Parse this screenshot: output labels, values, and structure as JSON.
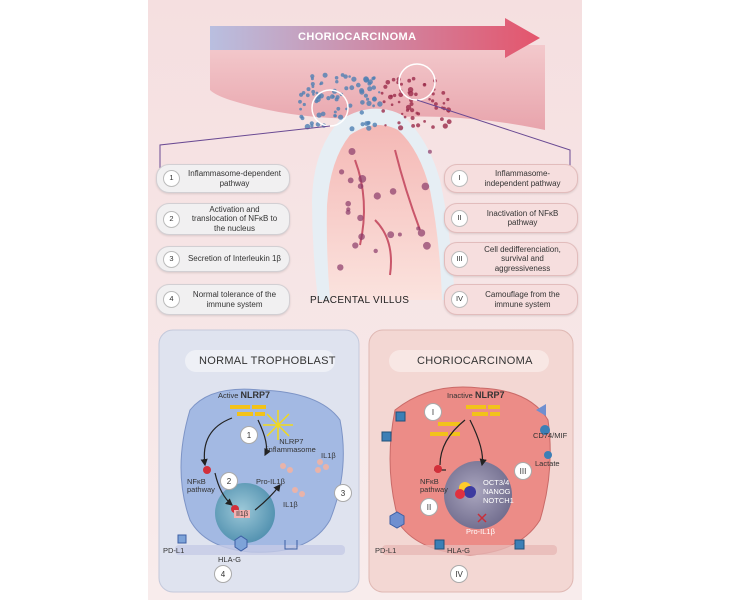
{
  "banner": {
    "title": "CHORIOCARCINOMA"
  },
  "villus_label": "PLACENTAL VILLUS",
  "left_steps": [
    {
      "num": "1",
      "text": "Inflammasome-dependent pathway"
    },
    {
      "num": "2",
      "text": "Activation and translocation of NFκB to the nucleus"
    },
    {
      "num": "3",
      "text": "Secretion of Interleukin 1β"
    },
    {
      "num": "4",
      "text": "Normal tolerance of the immune system"
    }
  ],
  "right_steps": [
    {
      "num": "I",
      "text": "Inflammasome-independent pathway"
    },
    {
      "num": "II",
      "text": "Inactivation of NFκB pathway"
    },
    {
      "num": "III",
      "text": "Cell dedifferenciation, survival and aggressiveness"
    },
    {
      "num": "IV",
      "text": "Camouflage from the immune system"
    }
  ],
  "normal": {
    "title": "NORMAL TROPHOBLAST",
    "active_prefix": "Active",
    "nlrp7": "NLRP7",
    "inflammasome_title": "NLRP7",
    "inflammasome_sub": "inflammasome",
    "nfkb": "NFκB",
    "pathway": "pathway",
    "pro_il1b": "Pro-IL1β",
    "il1b_cell": "IL1β",
    "il1b_out": "IL1β",
    "il1b_gene": "Il1β",
    "pdl1": "PD-L1",
    "hlag": "HLA-G",
    "n1": "1",
    "n2": "2",
    "n3": "3",
    "n4": "4"
  },
  "chorio": {
    "title": "CHORIOCARCINOMA",
    "inactive_prefix": "Inactive",
    "nlrp7": "NLRP7",
    "nfkb": "NFκB",
    "pathway": "pathway",
    "genes": [
      "OCT3/4",
      "NANOG",
      "NOTCH1"
    ],
    "pro_il1b": "Pro-IL1β",
    "cd74": "CD74/MIF",
    "lactate": "Lactate",
    "pdl1": "PD-L1",
    "hlag": "HLA-G",
    "n1": "I",
    "n2": "II",
    "n3": "III",
    "n4": "IV"
  },
  "colors": {
    "normal_panel": "#dfe3ef",
    "normal_cell": "#a3b9e3",
    "chorio_panel": "#f3d7d3",
    "chorio_cell": "#ec8c87",
    "nucleus_normal": "#6fa6bf",
    "nucleus_chorio": "#8d8aa6",
    "nlrp7_bar": "#f2c21a"
  }
}
